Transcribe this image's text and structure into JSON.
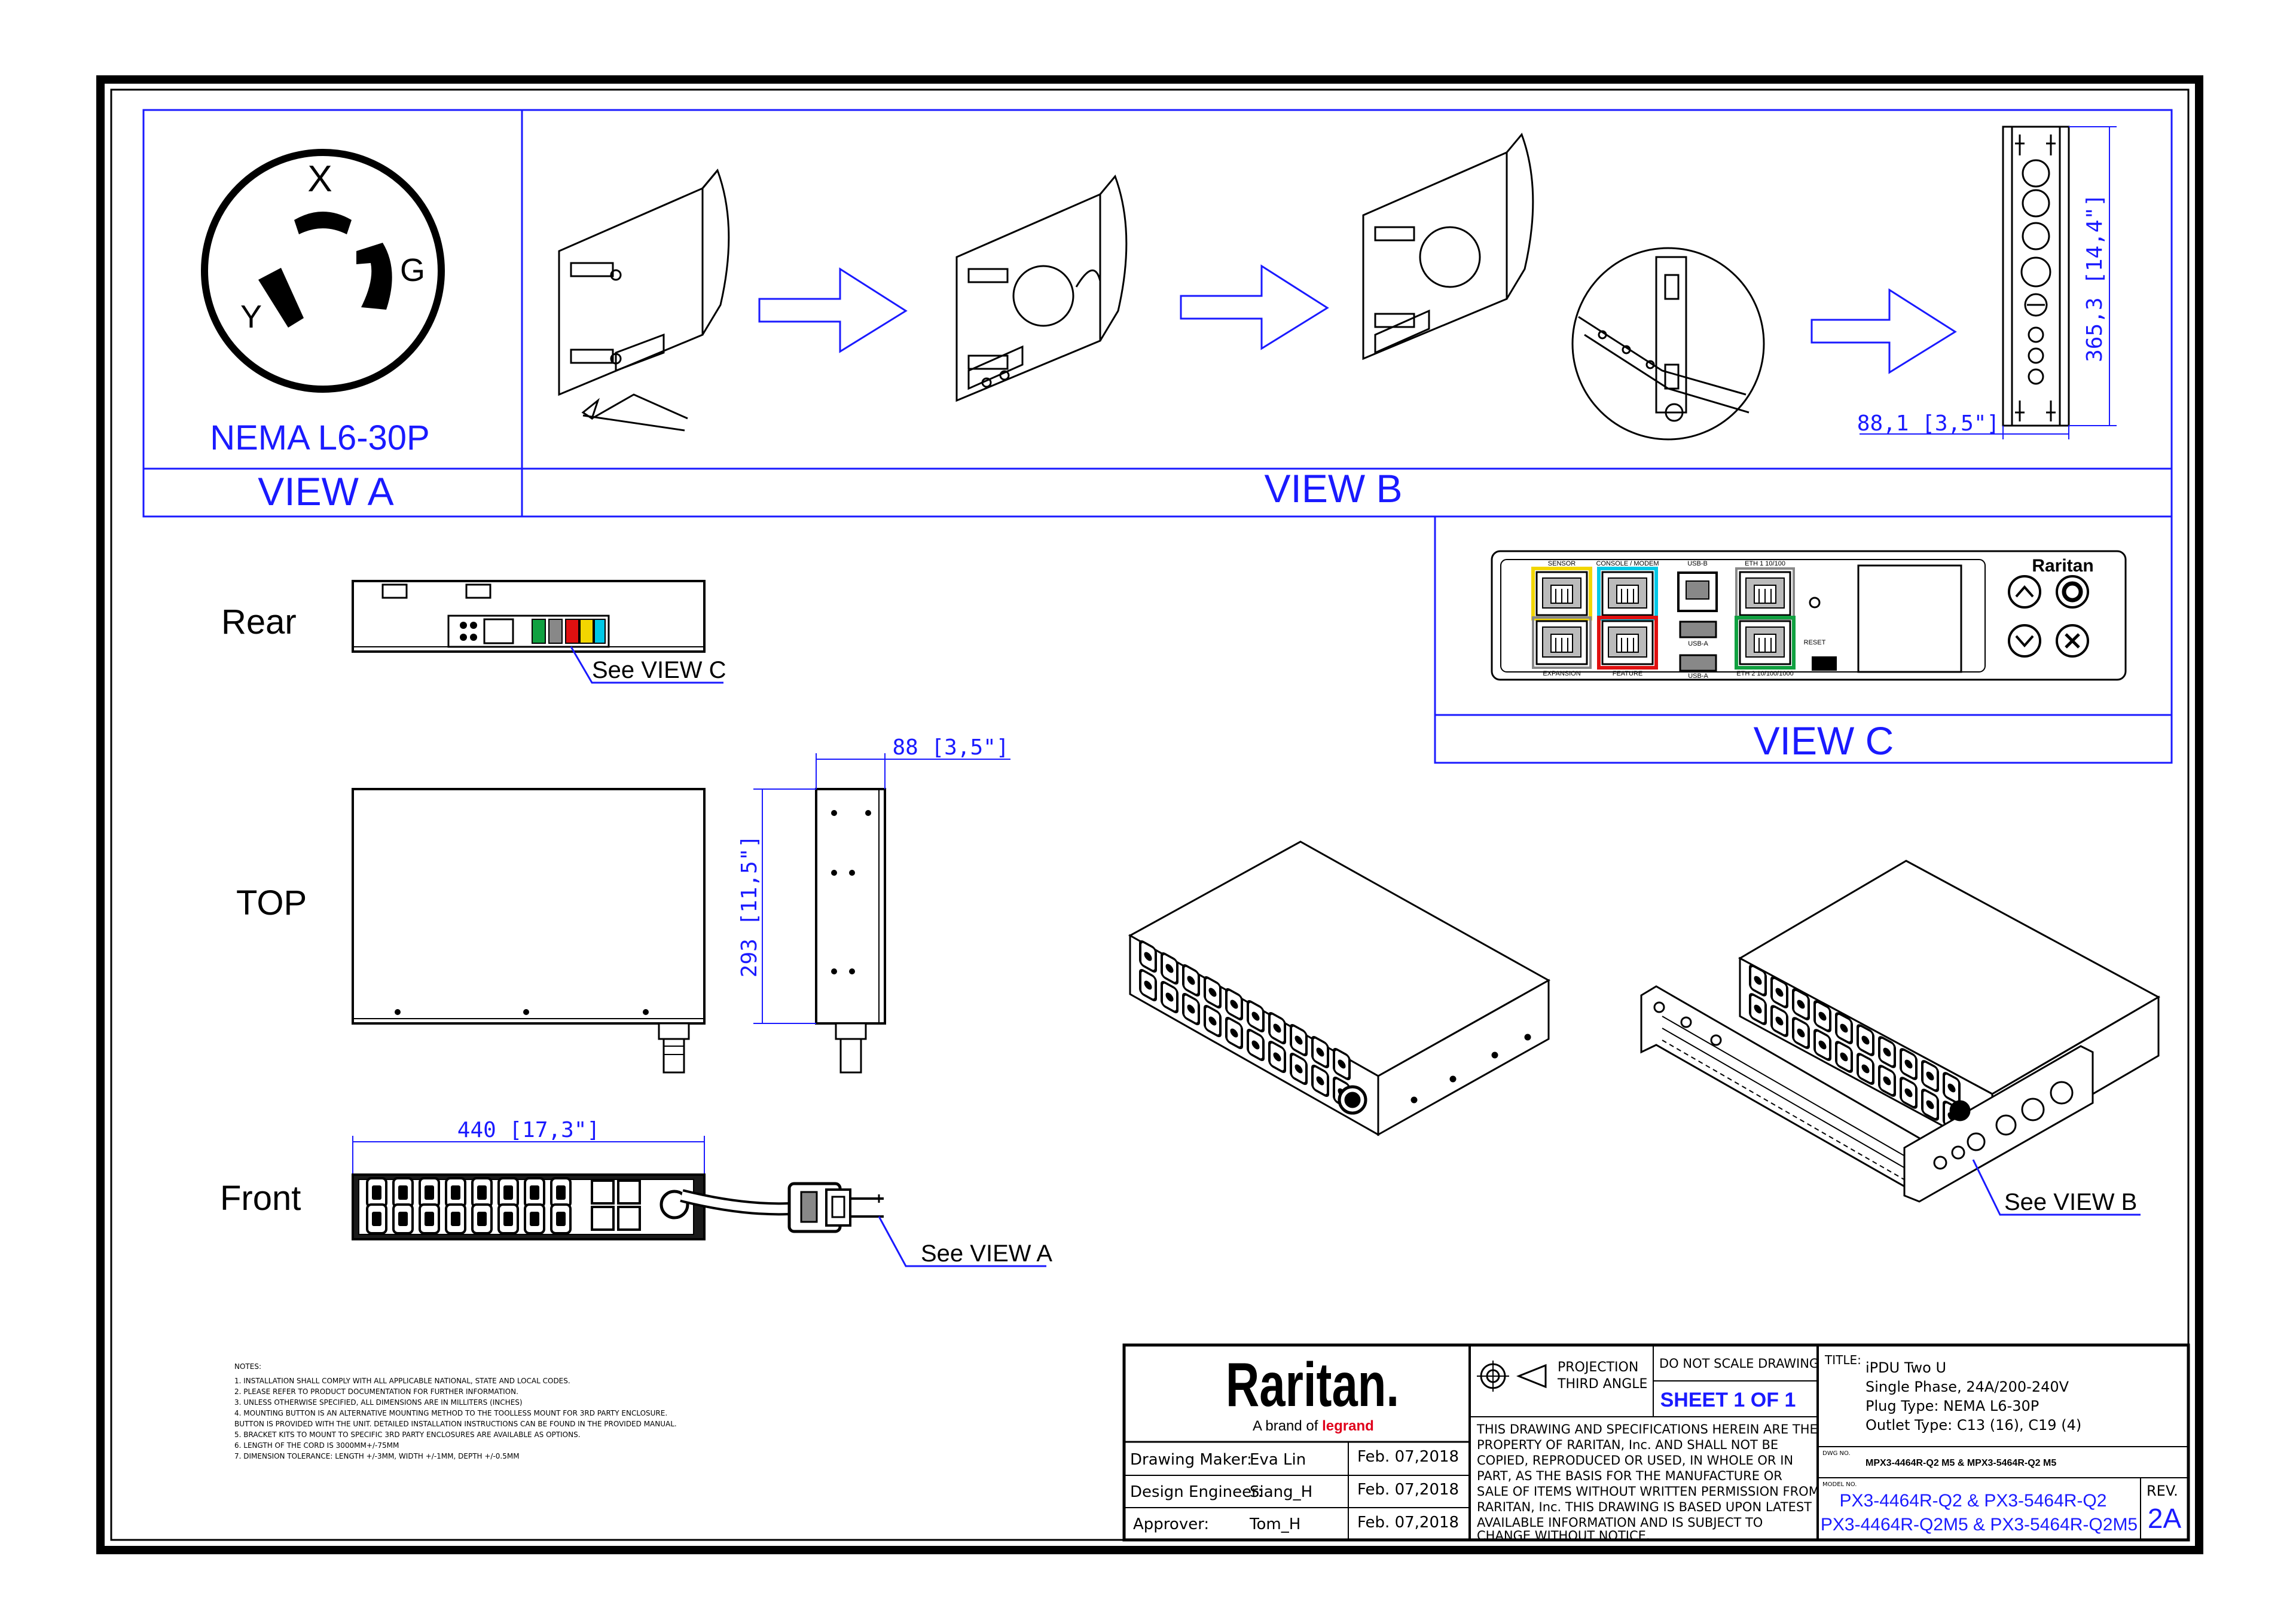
{
  "colors": {
    "frame": "#000000",
    "view_lines": "#1a1aff",
    "port_yellow": "#f2d600",
    "port_cyan": "#00c8e6",
    "port_red": "#e01010",
    "port_green": "#10a040",
    "legrand_red": "#e0001b"
  },
  "views": {
    "view_a": {
      "label": "VIEW A",
      "plug_name": "NEMA L6-30P",
      "pin_x": "X",
      "pin_y": "Y",
      "pin_g": "G"
    },
    "view_b": {
      "label": "VIEW B",
      "dim_depth": "365,3 [14,4\"]",
      "dim_width": "88,1 [3,5\"]"
    },
    "view_c": {
      "label": "VIEW C",
      "brand": "Raritan",
      "port_labels": {
        "sensor": "SENSOR",
        "console": "CONSOLE / MODEM",
        "usb_b": "USB-B",
        "eth1": "ETH 1 10/100",
        "expansion": "EXPANSION",
        "feature": "FEATURE",
        "usb_a1": "USB-A",
        "usb_a2": "USB-A",
        "eth2": "ETH 2 10/100/1000",
        "reset": "RESET"
      }
    }
  },
  "orthographic": {
    "rear_label": "Rear",
    "see_view_c": "See VIEW C",
    "top_label": "TOP",
    "top_dim_width": "88 [3,5\"]",
    "top_dim_height": "293 [11,5\"]",
    "front_label": "Front",
    "front_dim_length": "440 [17,3\"]",
    "see_view_a": "See VIEW A",
    "see_view_b": "See VIEW B"
  },
  "notes": {
    "heading": "NOTES:",
    "items": [
      "1. INSTALLATION SHALL COMPLY WITH ALL APPLICABLE NATIONAL, STATE AND LOCAL CODES.",
      "2. PLEASE REFER TO PRODUCT DOCUMENTATION FOR FURTHER INFORMATION.",
      "3. UNLESS OTHERWISE SPECIFIED, ALL DIMENSIONS ARE IN MILLITERS (INCHES)",
      "4. MOUNTING BUTTON IS AN ALTERNATIVE MOUNTING METHOD TO THE TOOLLESS MOUNT FOR 3RD PARTY ENCLOSURE.",
      "   BUTTON IS PROVIDED WITH THE UNIT. DETAILED INSTALLATION INSTRUCTIONS CAN BE FOUND IN THE PROVIDED MANUAL.",
      "5. BRACKET KITS TO MOUNT TO SPECIFIC 3RD PARTY ENCLOSURES ARE AVAILABLE AS OPTIONS.",
      "6. LENGTH OF THE CORD IS 3000MM+/-75MM",
      "7. DIMENSION TOLERANCE: LENGTH +/-3MM, WIDTH +/-1MM, DEPTH +/-0.5MM"
    ]
  },
  "title_block": {
    "brand": "Raritan.",
    "brand_sub_prefix": "A brand of",
    "brand_sub_legrand": "legrand",
    "drawing_maker_label": "Drawing Maker:",
    "drawing_maker": "Eva Lin",
    "drawing_maker_date": "Feb. 07,2018",
    "design_engineer_label": "Design Engineer:",
    "design_engineer": "Siang_H",
    "design_engineer_date": "Feb. 07,2018",
    "approver_label": "Approver:",
    "approver": "Tom_H",
    "approver_date": "Feb. 07,2018",
    "projection_line1": "PROJECTION",
    "projection_line2": "THIRD ANGLE",
    "do_not_scale": "DO NOT SCALE DRAWING",
    "sheet": "SHEET 1 OF 1",
    "disclaimer": [
      "THIS DRAWING AND SPECIFICATIONS HEREIN ARE THE",
      "PROPERTY OF RARITAN, Inc. AND SHALL NOT BE",
      "COPIED, REPRODUCED OR USED, IN WHOLE OR IN",
      "PART, AS THE BASIS FOR THE MANUFACTURE OR",
      "SALE OF ITEMS WITHOUT WRITTEN PERMISSION FROM",
      "RARITAN, Inc. THIS DRAWING IS BASED UPON LATEST",
      "AVAILABLE INFORMATION AND IS SUBJECT TO",
      "CHANGE WITHOUT NOTICE."
    ],
    "title_label": "TITLE:",
    "title_lines": [
      "iPDU Two U",
      "Single Phase, 24A/200-240V",
      "Plug Type: NEMA L6-30P",
      "Outlet Type: C13 (16), C19 (4)"
    ],
    "dwg_label": "DWG NO.",
    "dwg_no": "MPX3-4464R-Q2 M5 & MPX3-5464R-Q2 M5",
    "model_label": "MODEL NO.",
    "model_line1": "PX3-4464R-Q2 & PX3-5464R-Q2",
    "model_line2": "PX3-4464R-Q2M5 & PX3-5464R-Q2M5",
    "rev_label": "REV.",
    "rev": "2A"
  }
}
